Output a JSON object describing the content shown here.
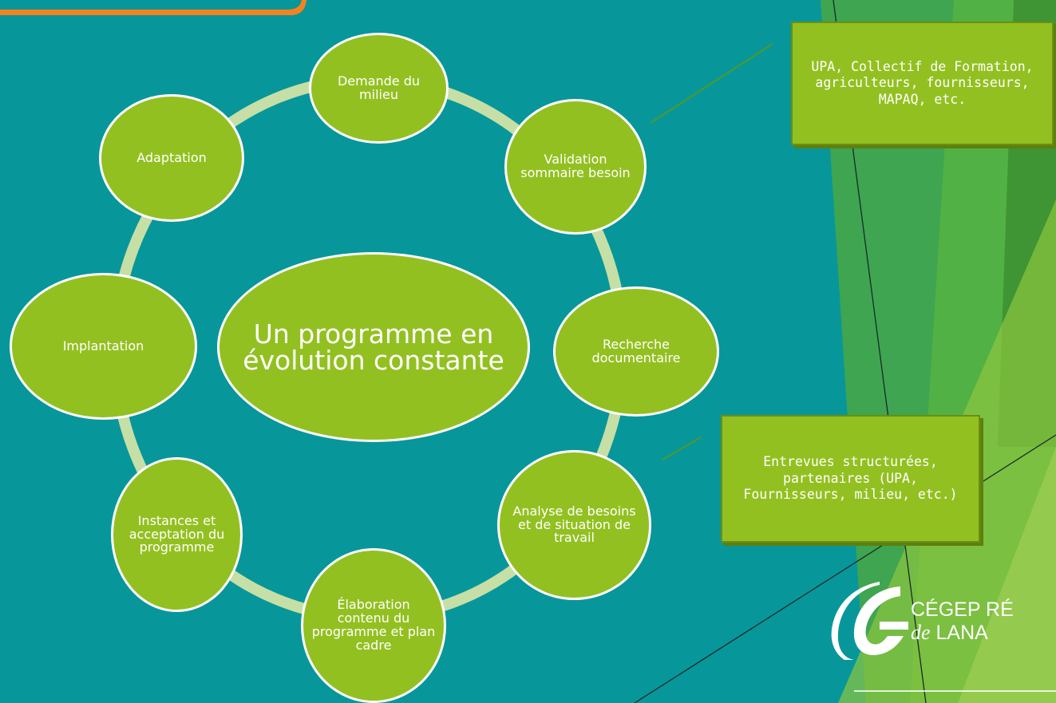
{
  "colors": {
    "background": "#07979a",
    "node_fill": "#93c021",
    "node_border": "#ffffff",
    "ring": "#c6dfa6",
    "callout_fill": "#93c021",
    "callout_border": "#6b8e14"
  },
  "cycle": {
    "center": "Un programme en évolution constante",
    "nodes": [
      {
        "id": "demande",
        "label": "Demande du  milieu"
      },
      {
        "id": "validation",
        "label": "Validation sommaire besoin"
      },
      {
        "id": "recherche",
        "label": "Recherche documentaire"
      },
      {
        "id": "analyse",
        "label": "Analyse de besoins et de situation de travail"
      },
      {
        "id": "elaboration",
        "label": "Élaboration contenu du programme et plan cadre"
      },
      {
        "id": "instances",
        "label": "Instances et acceptation du programme"
      },
      {
        "id": "implantation",
        "label": "Implantation"
      },
      {
        "id": "adaptation",
        "label": "Adaptation"
      }
    ]
  },
  "callouts": [
    {
      "id": "partners",
      "text": "UPA, Collectif de Formation, agriculteurs, fournisseurs, MAPAQ, etc."
    },
    {
      "id": "interviews",
      "text": "Entrevues structurées, partenaires (UPA, Fournisseurs, milieu, etc.)"
    }
  ],
  "logo": {
    "icon": "cegep-c-logo-icon",
    "line1": "CÉGEP RÉ",
    "line2_prefix": "de",
    "line2_rest": "LANA"
  }
}
